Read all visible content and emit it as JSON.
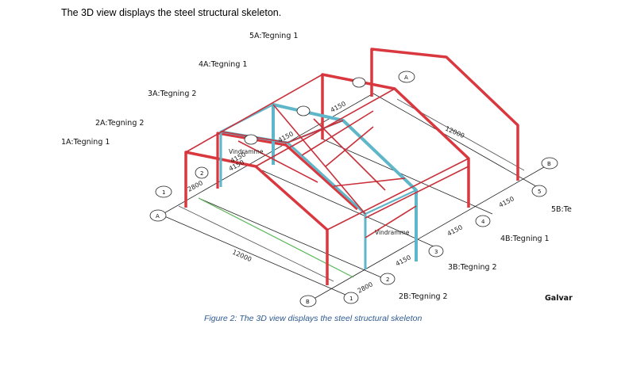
{
  "intro_text": "The 3D view displays the steel structural skeleton.",
  "caption": "Figure 2: The 3D view displays the steel structural skeleton",
  "view_labels": {
    "v1a": "1A:Tegning 1",
    "v2a": "2A:Tegning 2",
    "v3a": "3A:Tegning 2",
    "v4a": "4A:Tegning 1",
    "v5a": "5A:Tegning 1",
    "v2b": "2B:Tegning 2",
    "v3b": "3B:Tegning 2",
    "v4b": "4B:Tegning 1",
    "v5b": "5B:Te",
    "galv": "Galvar"
  },
  "frame_labels": {
    "windframe_left": "Vindramme",
    "windframe_right": "Vindramme"
  },
  "grid_bubbles": {
    "g1_left": "1",
    "g1_bottom": "1",
    "g2_left": "2",
    "g2_bottom": "2",
    "g3": "3",
    "g4": "4",
    "g5": "5",
    "gA_left": "A",
    "gA_top": "A",
    "gB_bottom": "B",
    "gB_right": "B"
  },
  "dimensions": {
    "d2800_top": "2800",
    "d2800_bottom": "2800",
    "d4150_a": "4150",
    "d4150_b": "4150",
    "d4150_c": "4150",
    "d4150_d": "4150",
    "d4150_top": "4150",
    "d4150_mid": "4150",
    "d4150_low": "4150",
    "d12000_left": "12000",
    "d12000_right": "12000"
  },
  "colors": {
    "frame_red": "#d9383f",
    "frame_blue": "#5fb6c9",
    "brace_red": "#c9303a",
    "ground_line": "#5cb85c",
    "caption_blue": "#2e5a91"
  }
}
